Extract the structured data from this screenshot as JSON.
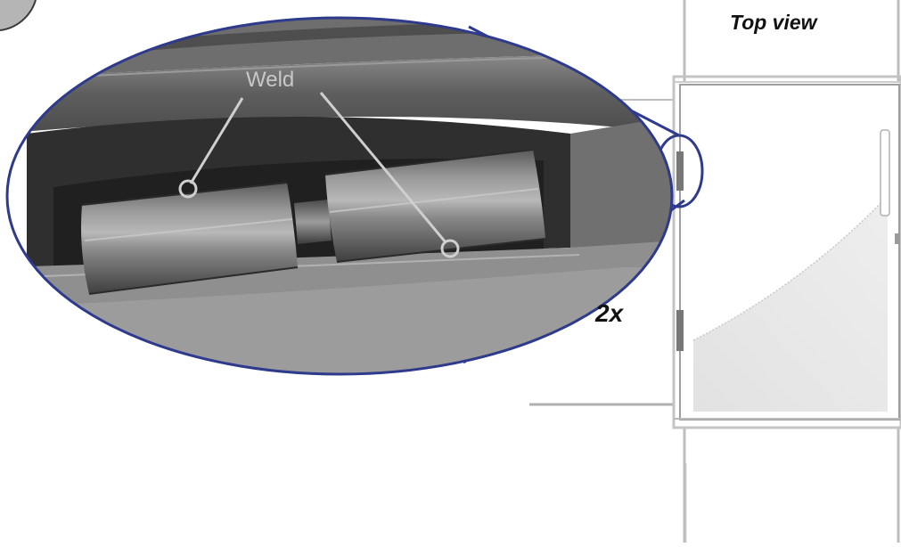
{
  "labels": {
    "top_view": "Top view",
    "weld": "Weld",
    "count": "2x"
  },
  "colors": {
    "magnifier_outline": "#2e3a8c",
    "weld_label": "#c8c8c8",
    "background": "#ffffff"
  }
}
